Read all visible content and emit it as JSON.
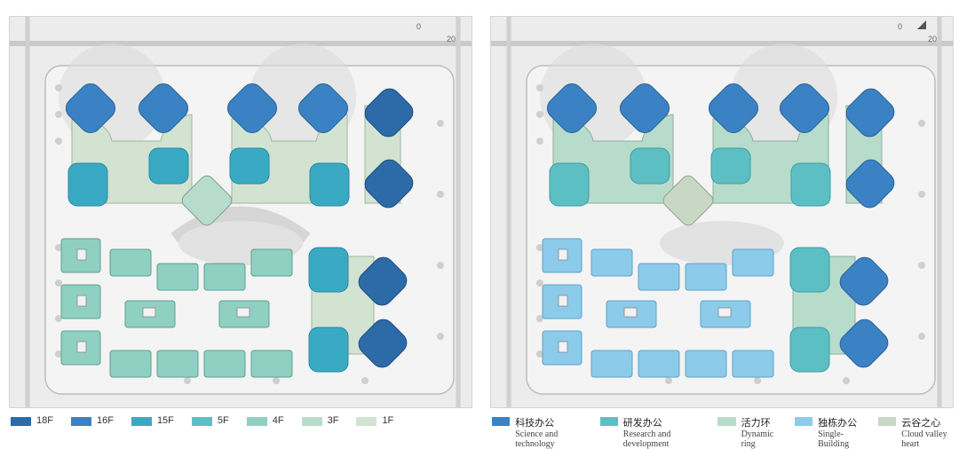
{
  "left_panel": {
    "scale_labels": [
      "0",
      "20"
    ],
    "legend": [
      {
        "label": "18F",
        "color": "#2c6aa8"
      },
      {
        "label": "16F",
        "color": "#3a82c4"
      },
      {
        "label": "15F",
        "color": "#3aa9c4"
      },
      {
        "label": "5F",
        "color": "#5cbfc4"
      },
      {
        "label": "4F",
        "color": "#8fd0c2"
      },
      {
        "label": "3F",
        "color": "#b8dccb"
      },
      {
        "label": "1F",
        "color": "#d2e3d2"
      }
    ]
  },
  "right_panel": {
    "scale_labels": [
      "0",
      "20"
    ],
    "legend": [
      {
        "cn": "科技办公",
        "en": "Science and technology",
        "color": "#3a82c4"
      },
      {
        "cn": "研发办公",
        "en": "Research and development",
        "color": "#5cbfc4"
      },
      {
        "cn": "活力环",
        "en": "Dynamic ring",
        "color": "#b8dccb"
      },
      {
        "cn": "独栋办公",
        "en": "Single-Building",
        "color": "#8ccbea"
      },
      {
        "cn": "云谷之心",
        "en": "Cloud valley heart",
        "color": "#c8d8c4"
      }
    ]
  }
}
